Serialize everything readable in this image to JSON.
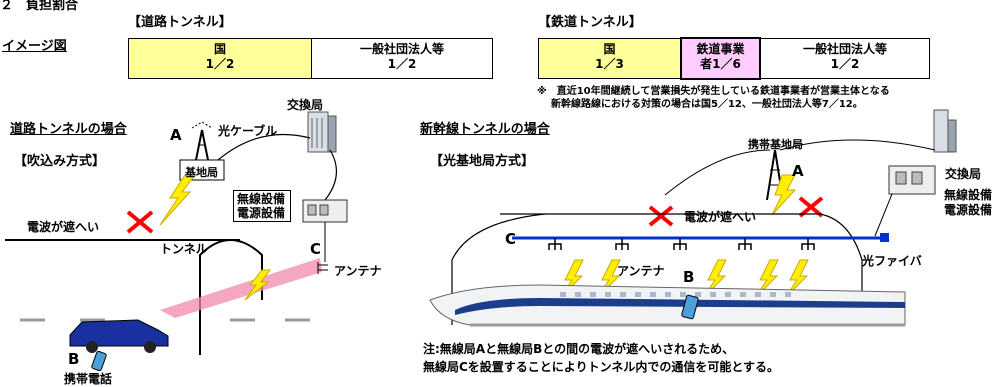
{
  "section": {
    "header": "２　負担割合",
    "image_label": "イメージ図"
  },
  "road": {
    "title": "【道路トンネル】",
    "cells": [
      {
        "name": "国",
        "value": "1／2"
      },
      {
        "name": "一般社団法人等",
        "value": "1／2"
      }
    ]
  },
  "rail": {
    "title": "【鉄道トンネル】",
    "cells": [
      {
        "name": "国",
        "value": "1／3"
      },
      {
        "name": "鉄道事業",
        "value": "者1／6"
      },
      {
        "name": "一般社団法人等",
        "value": "1／2"
      }
    ],
    "note_line1": "※　直近10年間継続して営業損失が発生している鉄道事業者が営業主体となる",
    "note_line2": "新幹線路線における対策の場合は国5／12、一般社団法人等7／12。"
  },
  "left_diagram": {
    "title": "道路トンネルの場合",
    "method": "【吹込み方式】",
    "exchange": "交換局",
    "cable": "光ケーブル",
    "base_station": "基地局",
    "label_A": "A",
    "label_B": "B",
    "label_C": "C",
    "radio_equipment": "無線設備",
    "power_equipment": "電源設備",
    "blocked": "電波が遮へい",
    "tunnel": "トンネル",
    "antenna": "アンテナ",
    "phone": "携帯電話"
  },
  "right_diagram": {
    "title": "新幹線トンネルの場合",
    "method": "【光基地局方式】",
    "mobile_base": "携帯基地局",
    "exchange": "交換局",
    "radio_equipment": "無線設備",
    "power_equipment": "電源設備",
    "blocked": "電波が遮へい",
    "antenna": "アンテナ",
    "fiber": "光ファイバ",
    "label_A": "A",
    "label_B": "B",
    "label_C": "C",
    "note_line1": "注:無線局Aと無線局Bとの間の電波が遮へいされるため、",
    "note_line2": "無線局Cを設置することによりトンネル内での通信を可能とする。"
  },
  "colors": {
    "yellow": "#ffff99",
    "pink": "#ffccff",
    "lightning": "#ffee00",
    "cross": "#ff0000",
    "cable_blue": "#0033cc"
  }
}
